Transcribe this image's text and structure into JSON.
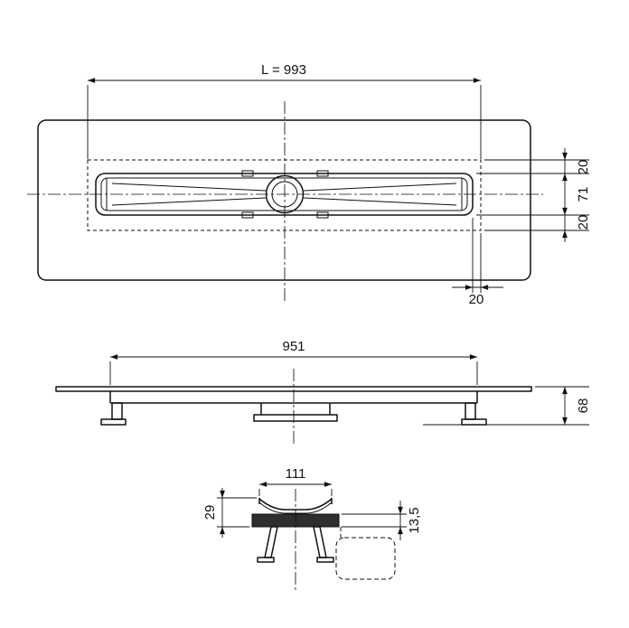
{
  "drawing": {
    "background_color": "#ffffff",
    "line_color": "#111111",
    "views": {
      "plan": {
        "dims": {
          "length": "L = 993",
          "offset_top": "20",
          "channel_width": "71",
          "offset_bottom": "20",
          "end_offset": "20"
        }
      },
      "elevation": {
        "dims": {
          "length": "951",
          "height": "68"
        }
      },
      "section": {
        "dims": {
          "width": "111",
          "depth": "29",
          "thickness": "13,5"
        }
      }
    }
  }
}
